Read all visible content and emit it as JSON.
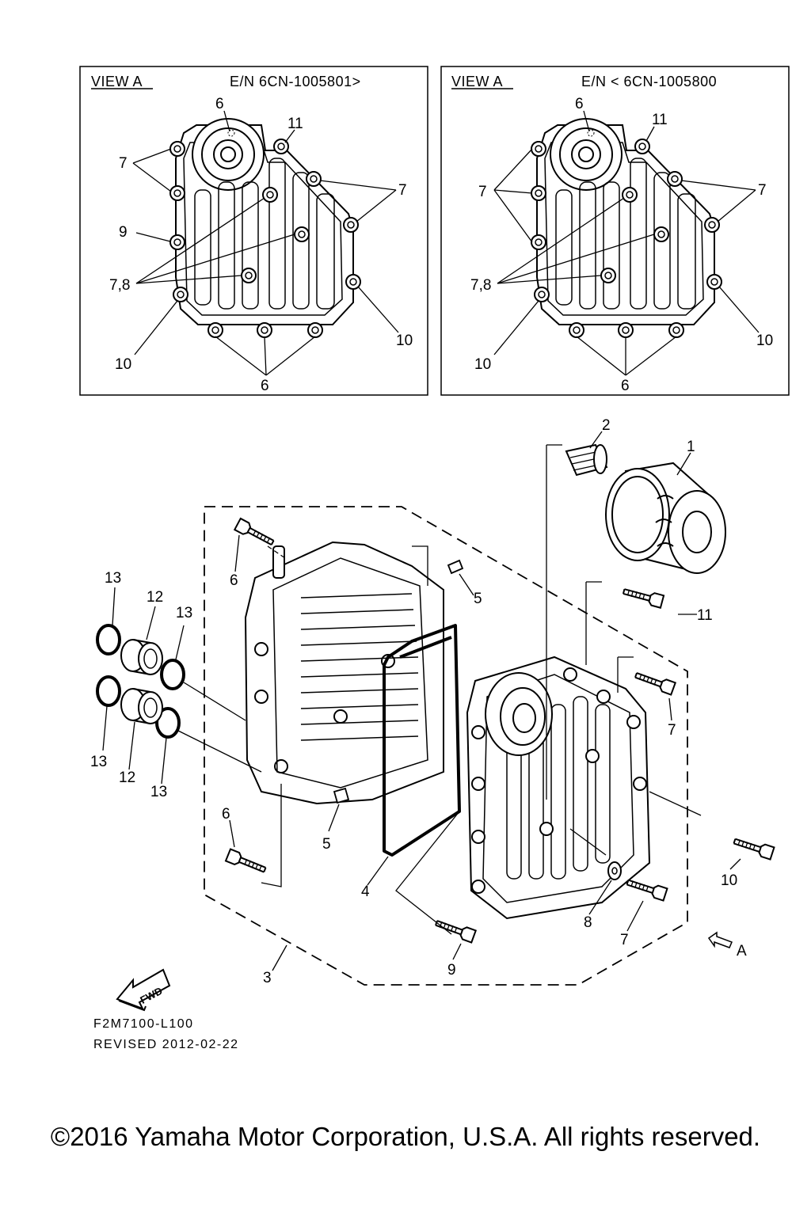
{
  "view_left": {
    "title": "VIEW A",
    "serial": "E/N 6CN-1005801>"
  },
  "view_right": {
    "title": "VIEW A",
    "serial": "E/N < 6CN-1005800"
  },
  "view_callouts": {
    "bolt_6": "6",
    "bolt_7": "7",
    "bolt_78": "7,8",
    "bolt_9": "9",
    "bolt_10": "10",
    "bolt_11": "11"
  },
  "parts": {
    "p1": "1",
    "p2": "2",
    "p3": "3",
    "p4": "4",
    "p5": "5",
    "p6": "6",
    "p7": "7",
    "p8": "8",
    "p9": "9",
    "p10": "10",
    "p11": "11",
    "p12": "12",
    "p13": "13",
    "view_ref": "A"
  },
  "fwd_label": "FWD",
  "drawing_code": "F2M7100-L100",
  "revision": "REVISED 2012-02-22",
  "copyright": "©2016 Yamaha Motor Corporation, U.S.A. All rights reserved."
}
